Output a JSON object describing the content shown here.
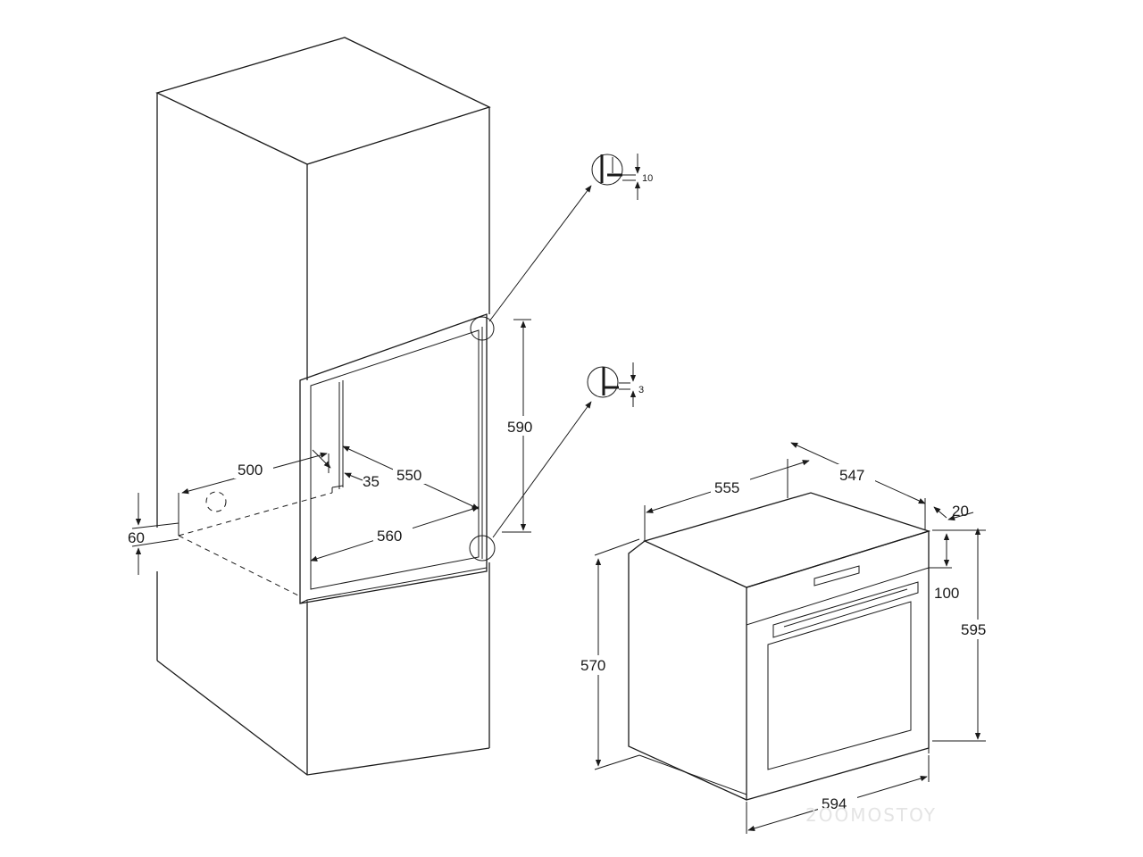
{
  "dimensions": {
    "d_10": "10",
    "d_3": "3",
    "d_590": "590",
    "d_500": "500",
    "d_35": "35",
    "d_550": "550",
    "d_560": "560",
    "d_60": "60",
    "d_555": "555",
    "d_547": "547",
    "d_20": "20",
    "d_100": "100",
    "d_595": "595",
    "d_570": "570",
    "d_594": "594"
  },
  "watermark": "2OOMOSTOY"
}
